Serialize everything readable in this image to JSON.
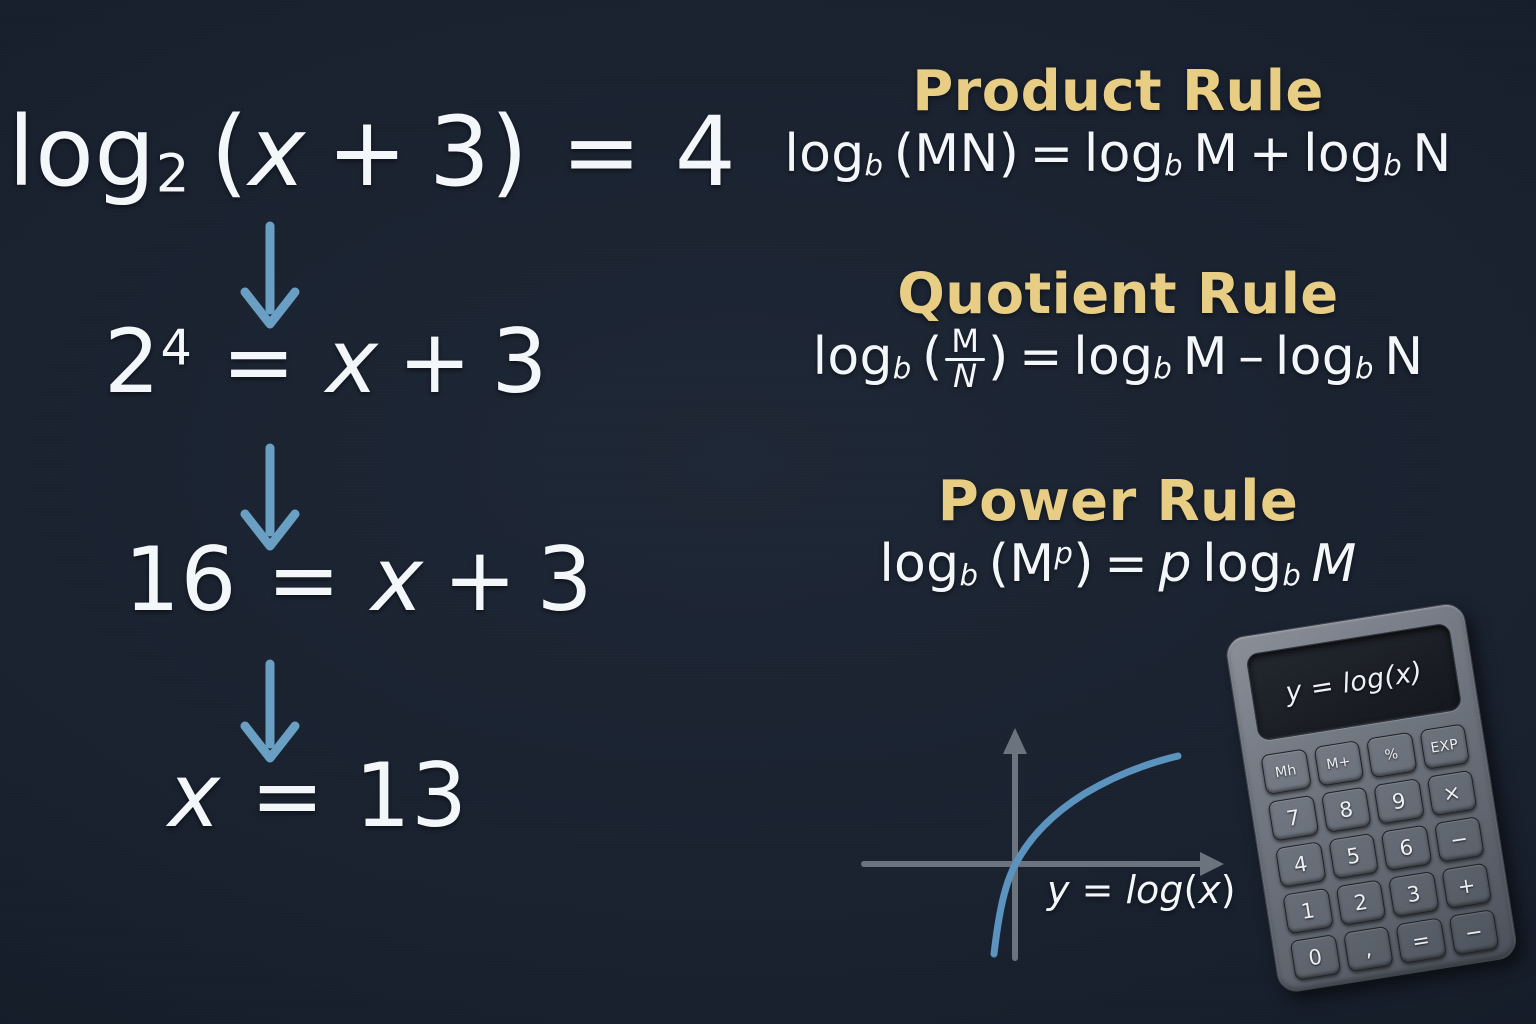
{
  "theme": {
    "background_color": "#1b2330",
    "equation_text_color": "#f4f7fa",
    "rule_title_color": "#e8cd84",
    "arrow_color": "#6a9fc4",
    "curve_color": "#5b93bf",
    "axis_color": "#6b737e"
  },
  "solution": {
    "steps": [
      {
        "id": "step-1",
        "text": "log",
        "base": "2",
        "rest": "(x + 3) = 4"
      },
      {
        "id": "step-2",
        "text": "2",
        "exp": "4",
        "rest": "= x + 3"
      },
      {
        "id": "step-3",
        "text": "16 = x + 3"
      },
      {
        "id": "step-4",
        "text": "x = 13"
      }
    ],
    "arrow_count": 3,
    "arrow_icon": "arrow-down-icon"
  },
  "rules": [
    {
      "title": "Product Rule",
      "formula_plain": "log_b (MN) = log_b M + log_b N",
      "parts": {
        "lhs_log": "log",
        "base": "b",
        "arg": "(MN)",
        "equals": "=",
        "term1_log": "log",
        "term1_base": "b",
        "term1_arg": "M",
        "operator": "+",
        "term2_log": "log",
        "term2_base": "b",
        "term2_arg": "N"
      }
    },
    {
      "title": "Quotient Rule",
      "formula_plain": "log_b (M/N) = log_b M - log_b N",
      "parts": {
        "lhs_log": "log",
        "base": "b",
        "numerator": "M",
        "denominator": "N",
        "equals": "=",
        "term1_log": "log",
        "term1_base": "b",
        "term1_arg": "M",
        "operator": "–",
        "term2_log": "log",
        "term2_base": "b",
        "term2_arg": "N"
      }
    },
    {
      "title": "Power Rule",
      "formula_plain": "log_b (M^p) = p log_b M",
      "parts": {
        "lhs_log": "log",
        "base": "b",
        "arg": "M",
        "exponent": "p",
        "equals": "=",
        "coefficient": "p",
        "term1_log": "log",
        "term1_base": "b",
        "term1_arg": "M"
      }
    }
  ],
  "graph": {
    "label": "y = log(x)",
    "label_y": "y",
    "label_eq": "=",
    "label_fn": "log(x)",
    "type": "line",
    "x_axis_icon": "axis-arrow-right-icon",
    "y_axis_icon": "axis-arrow-up-icon"
  },
  "chart_data": {
    "type": "line",
    "title": "",
    "xlabel": "",
    "ylabel": "",
    "annotations": [
      "y = log(x)"
    ],
    "series": [
      {
        "name": "y = log(x)",
        "x": [
          0.12,
          0.2,
          0.3,
          0.45,
          0.6,
          0.8,
          1.0,
          1.4,
          1.9,
          2.5,
          3.2,
          4.0,
          5.0,
          6.2,
          7.5
        ],
        "y": [
          -2.12,
          -1.61,
          -1.2,
          -0.8,
          -0.51,
          -0.22,
          0.0,
          0.34,
          0.64,
          0.92,
          1.16,
          1.39,
          1.61,
          1.82,
          2.01
        ]
      }
    ],
    "xlim": [
      0,
      8
    ],
    "ylim": [
      -2.4,
      2.4
    ],
    "grid": false,
    "legend": "none"
  },
  "calculator": {
    "display_text": "y = log(x)",
    "keys": [
      "Mh",
      "M+",
      "%",
      "EXP",
      "7",
      "8",
      "9",
      "×",
      "4",
      "5",
      "6",
      "−",
      "1",
      "2",
      "3",
      "+",
      "0",
      ",",
      "=",
      "−"
    ],
    "function_keys": [
      "Mh",
      "M+",
      "%",
      "EXP"
    ]
  }
}
